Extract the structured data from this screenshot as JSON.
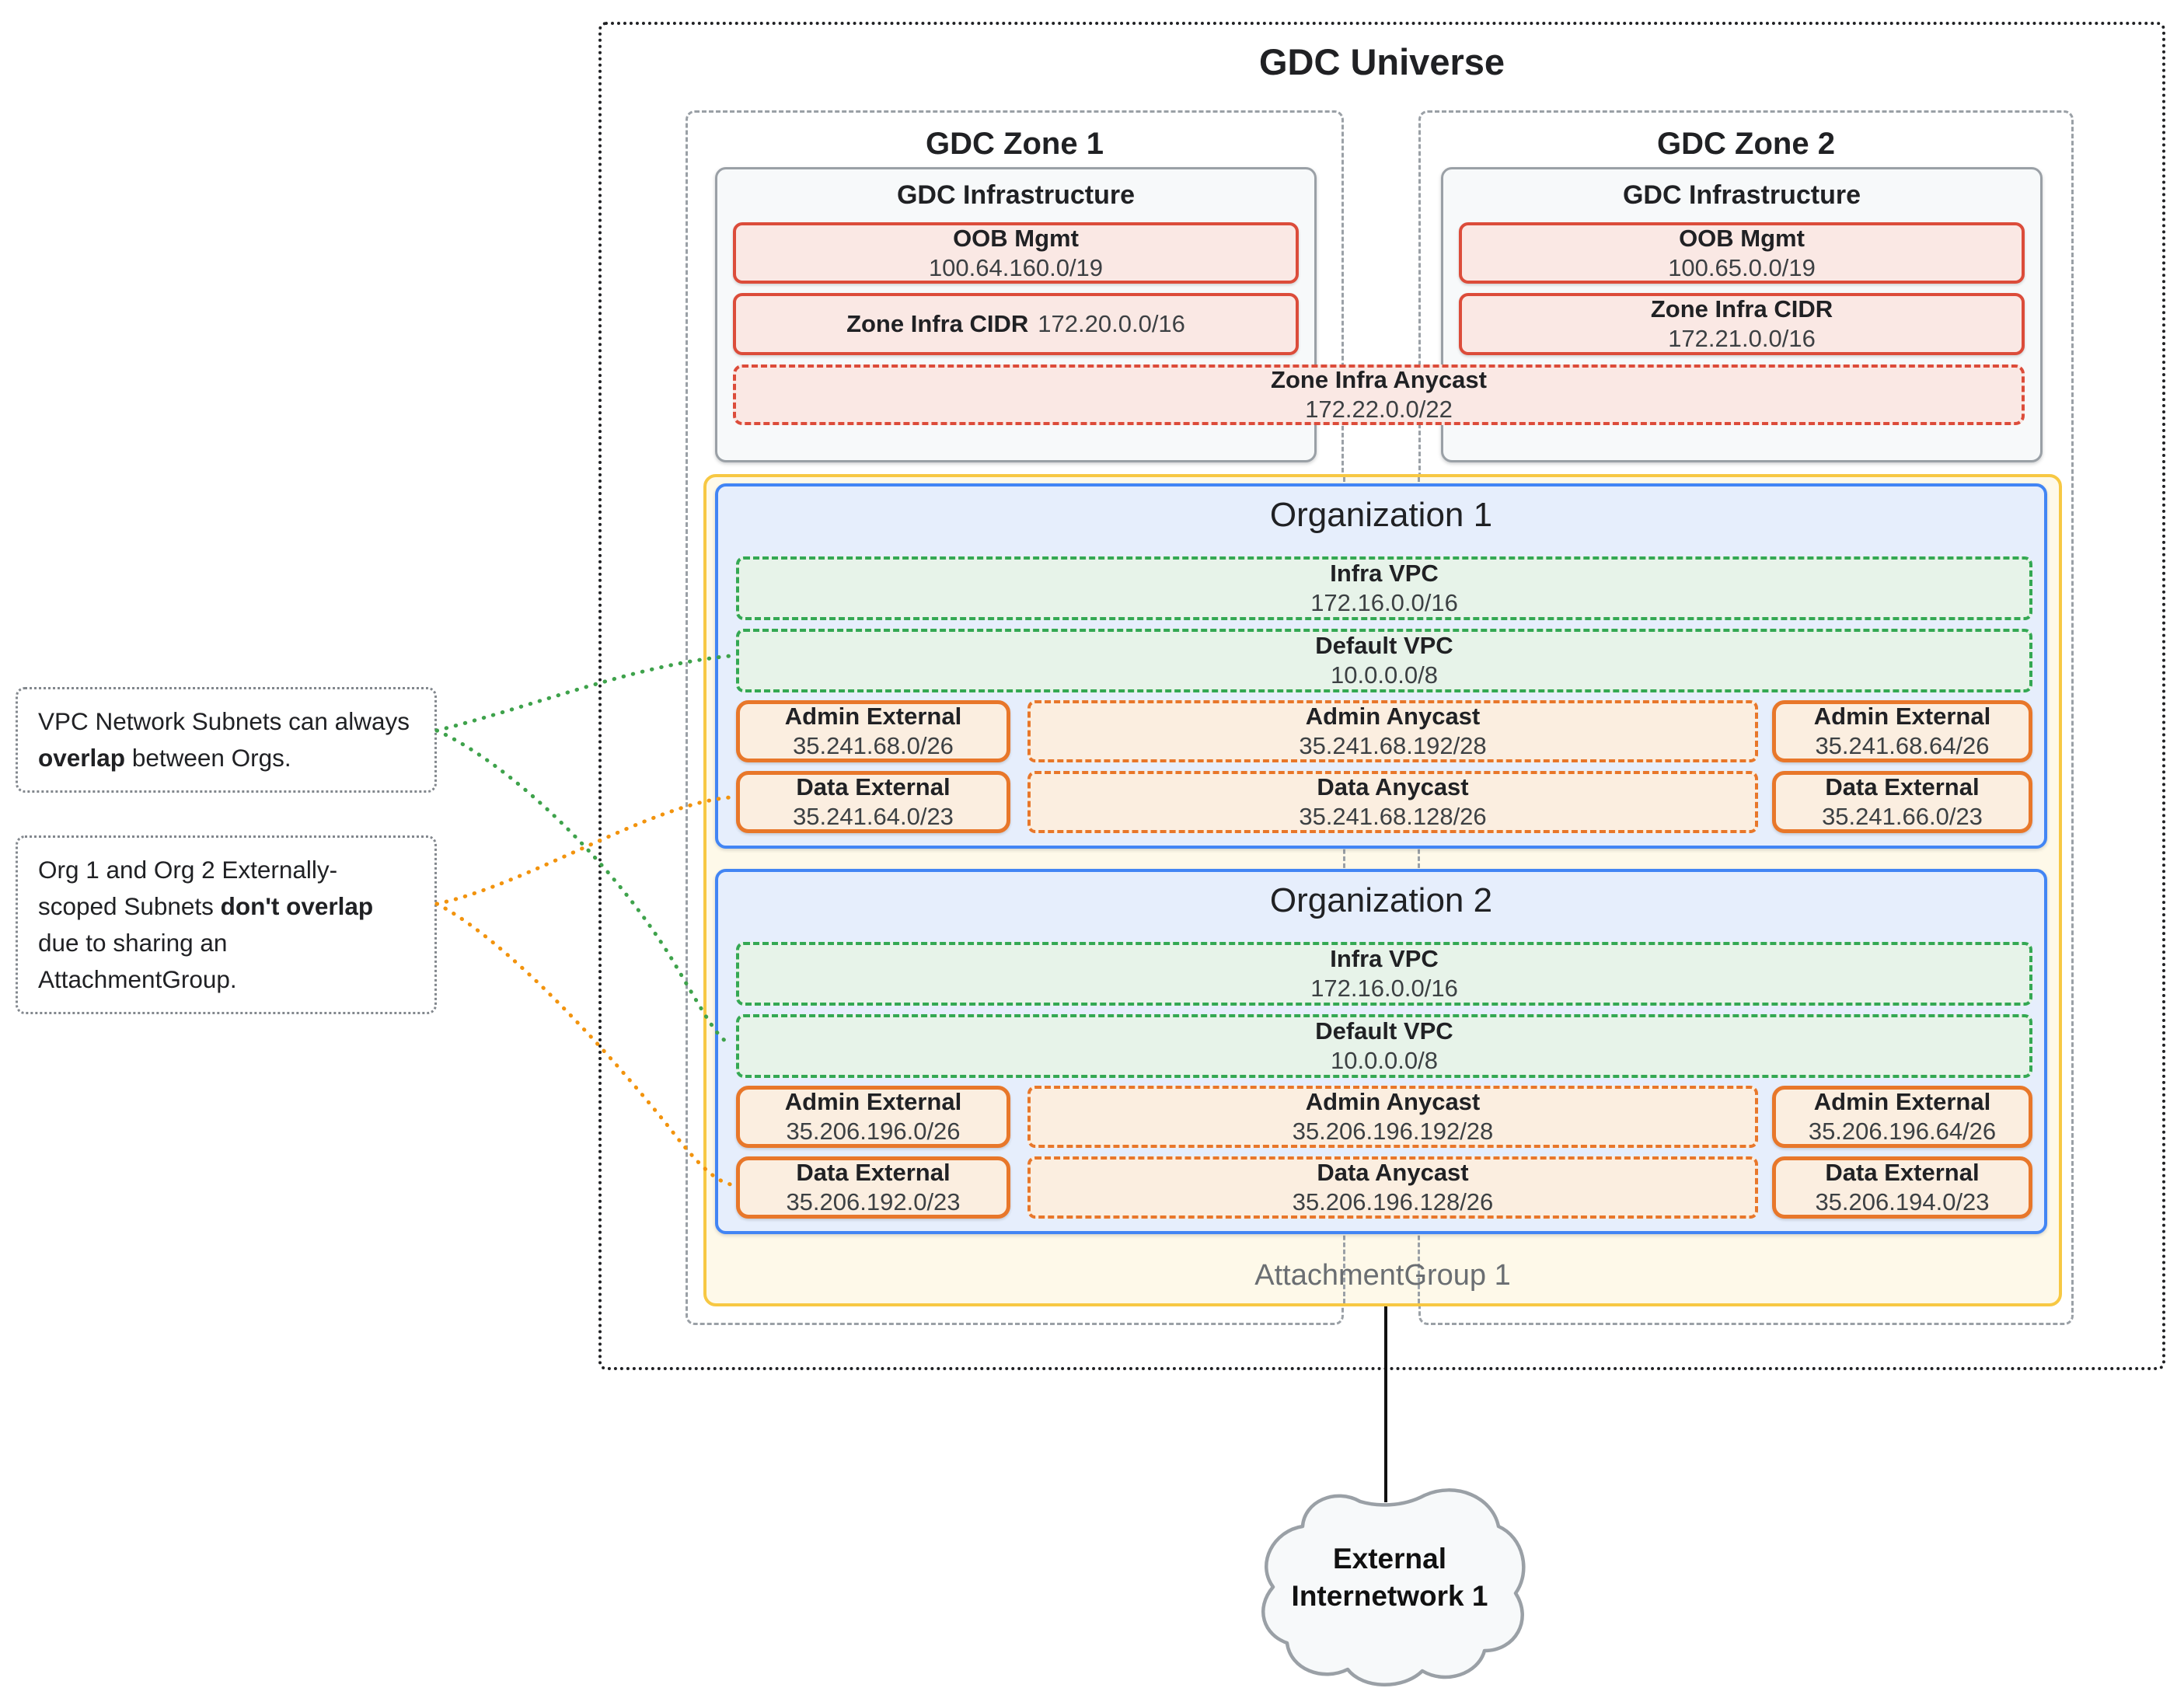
{
  "universe": {
    "title": "GDC Universe"
  },
  "zones": [
    {
      "title": "GDC Zone 1",
      "infra_title": "GDC Infrastructure",
      "oob": {
        "label": "OOB Mgmt",
        "value": "100.64.160.0/19"
      },
      "cidr": {
        "label": "Zone Infra CIDR",
        "value": "172.20.0.0/16"
      }
    },
    {
      "title": "GDC Zone 2",
      "infra_title": "GDC Infrastructure",
      "oob": {
        "label": "OOB Mgmt",
        "value": "100.65.0.0/19"
      },
      "cidr": {
        "label": "Zone Infra CIDR",
        "value": "172.21.0.0/16"
      }
    }
  ],
  "anycast": {
    "label": "Zone Infra Anycast",
    "value": "172.22.0.0/22"
  },
  "orgs": [
    {
      "title": "Organization 1",
      "infra_vpc": {
        "label": "Infra VPC",
        "value": "172.16.0.0/16"
      },
      "default_vpc": {
        "label": "Default VPC",
        "value": "10.0.0.0/8"
      },
      "subnets": [
        {
          "label": "Admin External",
          "value": "35.241.68.0/26",
          "style": "solid"
        },
        {
          "label": "Admin Anycast",
          "value": "35.241.68.192/28",
          "style": "dashed"
        },
        {
          "label": "Admin External",
          "value": "35.241.68.64/26",
          "style": "solid"
        },
        {
          "label": "Data External",
          "value": "35.241.64.0/23",
          "style": "solid"
        },
        {
          "label": "Data Anycast",
          "value": "35.241.68.128/26",
          "style": "dashed"
        },
        {
          "label": "Data External",
          "value": "35.241.66.0/23",
          "style": "solid"
        }
      ]
    },
    {
      "title": "Organization 2",
      "infra_vpc": {
        "label": "Infra VPC",
        "value": "172.16.0.0/16"
      },
      "default_vpc": {
        "label": "Default VPC",
        "value": "10.0.0.0/8"
      },
      "subnets": [
        {
          "label": "Admin External",
          "value": "35.206.196.0/26",
          "style": "solid"
        },
        {
          "label": "Admin Anycast",
          "value": "35.206.196.192/28",
          "style": "dashed"
        },
        {
          "label": "Admin External",
          "value": "35.206.196.64/26",
          "style": "solid"
        },
        {
          "label": "Data External",
          "value": "35.206.192.0/23",
          "style": "solid"
        },
        {
          "label": "Data Anycast",
          "value": "35.206.196.128/26",
          "style": "dashed"
        },
        {
          "label": "Data External",
          "value": "35.206.194.0/23",
          "style": "solid"
        }
      ]
    }
  ],
  "attachment_group": {
    "label": "AttachmentGroup 1"
  },
  "annotations": [
    {
      "pre": "VPC Network Subnets can always ",
      "bold": "overlap",
      "post": " between Orgs."
    },
    {
      "pre": "Org 1 and Org 2 Externally-scoped Subnets ",
      "bold": "don't overlap",
      "post": " due to sharing an AttachmentGroup."
    }
  ],
  "cloud": {
    "line1": "External",
    "line2": "Internetwork 1"
  },
  "colors": {
    "red_border": "#DC4C3A",
    "red_fill": "#FAE8E4",
    "green_border": "#34A853",
    "green_fill": "#E7F3E9",
    "blue_border": "#4285F4",
    "blue_fill": "#E6EEFC",
    "yellow_border": "#F7C843",
    "yellow_fill": "#FEF9E9",
    "orange_border": "#E8772A",
    "orange_fill": "#FBEEE0",
    "gray_border": "#9AA0A6",
    "panel_fill": "#F7F9FA",
    "connector_green": "#3EA24B",
    "connector_orange": "#F2930D"
  }
}
